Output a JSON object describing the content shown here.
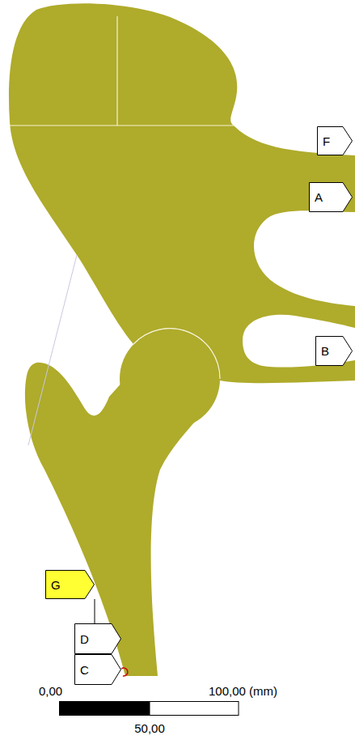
{
  "diagram": {
    "nodes": [
      {
        "text": [
          "F"
        ]
      },
      {
        "text": [
          "A"
        ]
      },
      {
        "text": [
          "B"
        ]
      },
      {
        "text": [
          "G"
        ]
      },
      {
        "text": [
          "D"
        ]
      },
      {
        "text": [
          "C"
        ]
      }
    ],
    "labels": [
      "0,00",
      "100,00 (mm)",
      "50,00"
    ]
  }
}
